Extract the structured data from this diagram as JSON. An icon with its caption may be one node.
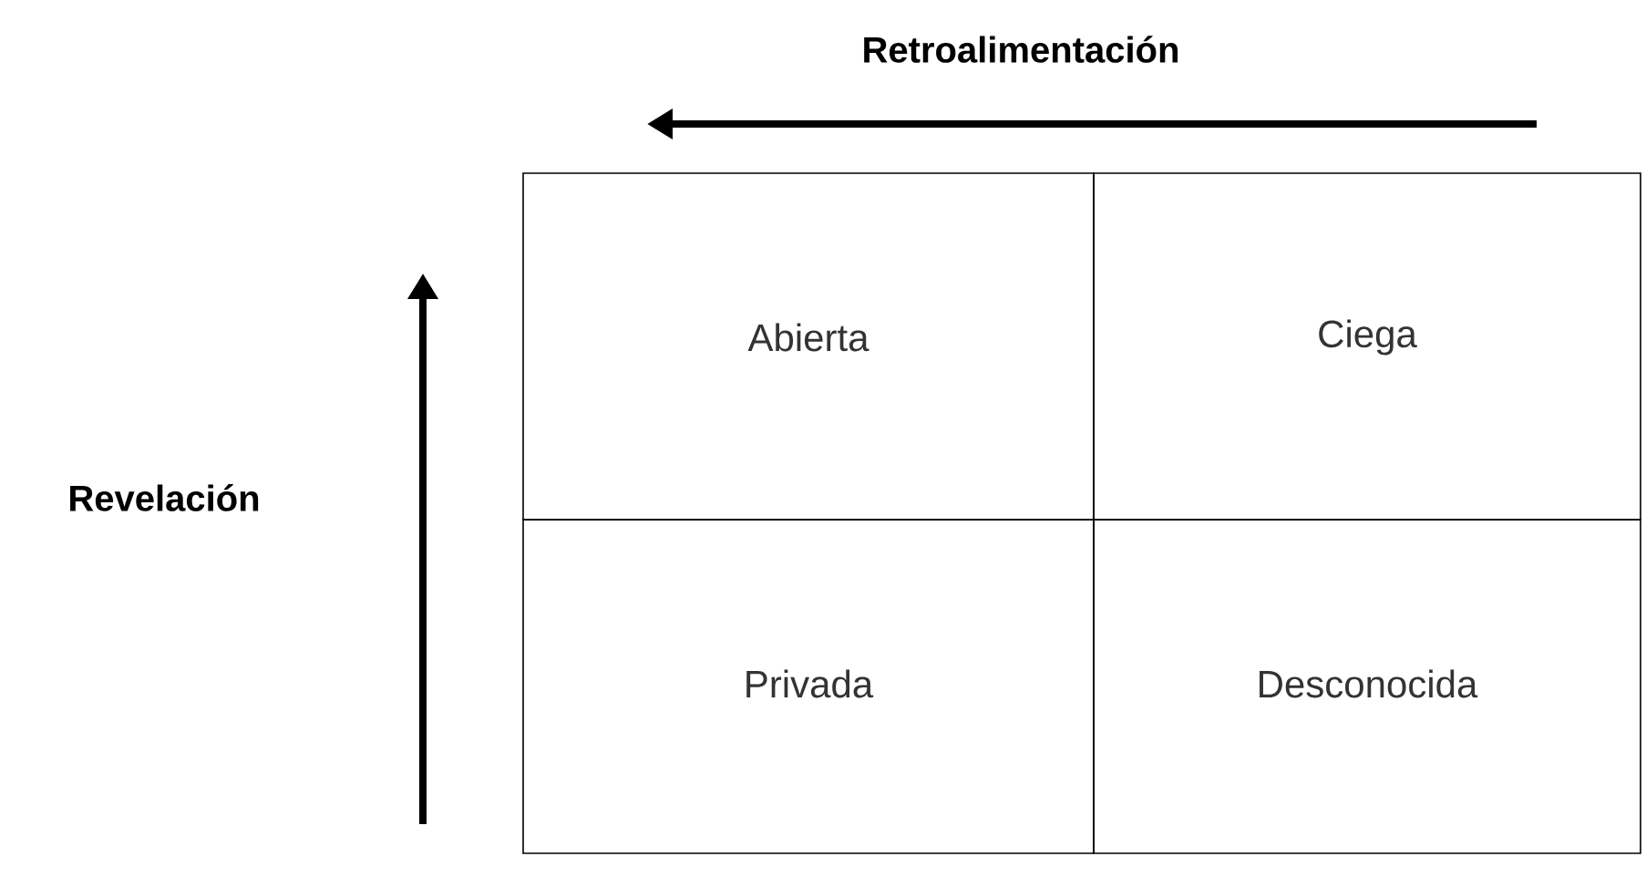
{
  "diagram": {
    "nodes": [
      {
        "text": [
          "Abierta"
        ]
      },
      {
        "text": [
          "Ciega"
        ]
      },
      {
        "text": [
          "Privada"
        ]
      },
      {
        "text": [
          "Desconocida"
        ]
      }
    ],
    "labels": [
      "Retroalimentación",
      "Revelación"
    ]
  }
}
